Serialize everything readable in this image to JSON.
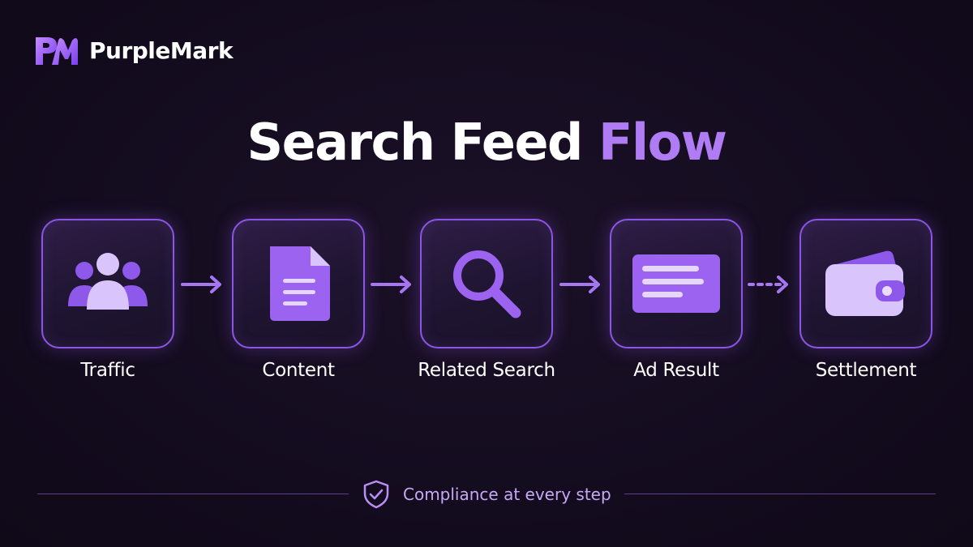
{
  "brand": {
    "name": "PurpleMark",
    "logo_icon": "pm-monogram-icon"
  },
  "title": {
    "main": "Search Feed",
    "accent": "Flow"
  },
  "steps": [
    {
      "label": "Traffic",
      "icon": "users-icon"
    },
    {
      "label": "Content",
      "icon": "document-icon"
    },
    {
      "label": "Related Search",
      "icon": "search-icon"
    },
    {
      "label": "Ad Result",
      "icon": "ad-card-icon"
    },
    {
      "label": "Settlement",
      "icon": "wallet-icon"
    }
  ],
  "connectors": [
    {
      "from": "Traffic",
      "to": "Content",
      "style": "solid"
    },
    {
      "from": "Content",
      "to": "Related Search",
      "style": "solid"
    },
    {
      "from": "Related Search",
      "to": "Ad Result",
      "style": "solid"
    },
    {
      "from": "Ad Result",
      "to": "Settlement",
      "style": "dashed"
    }
  ],
  "footer": {
    "text": "Compliance at every step",
    "icon": "shield-check-icon"
  },
  "colors": {
    "background": "#140c1f",
    "accent": "#b07cf4",
    "border": "#8b56e6",
    "icon_primary": "#9c63f0",
    "icon_light": "#d9c4fb"
  }
}
